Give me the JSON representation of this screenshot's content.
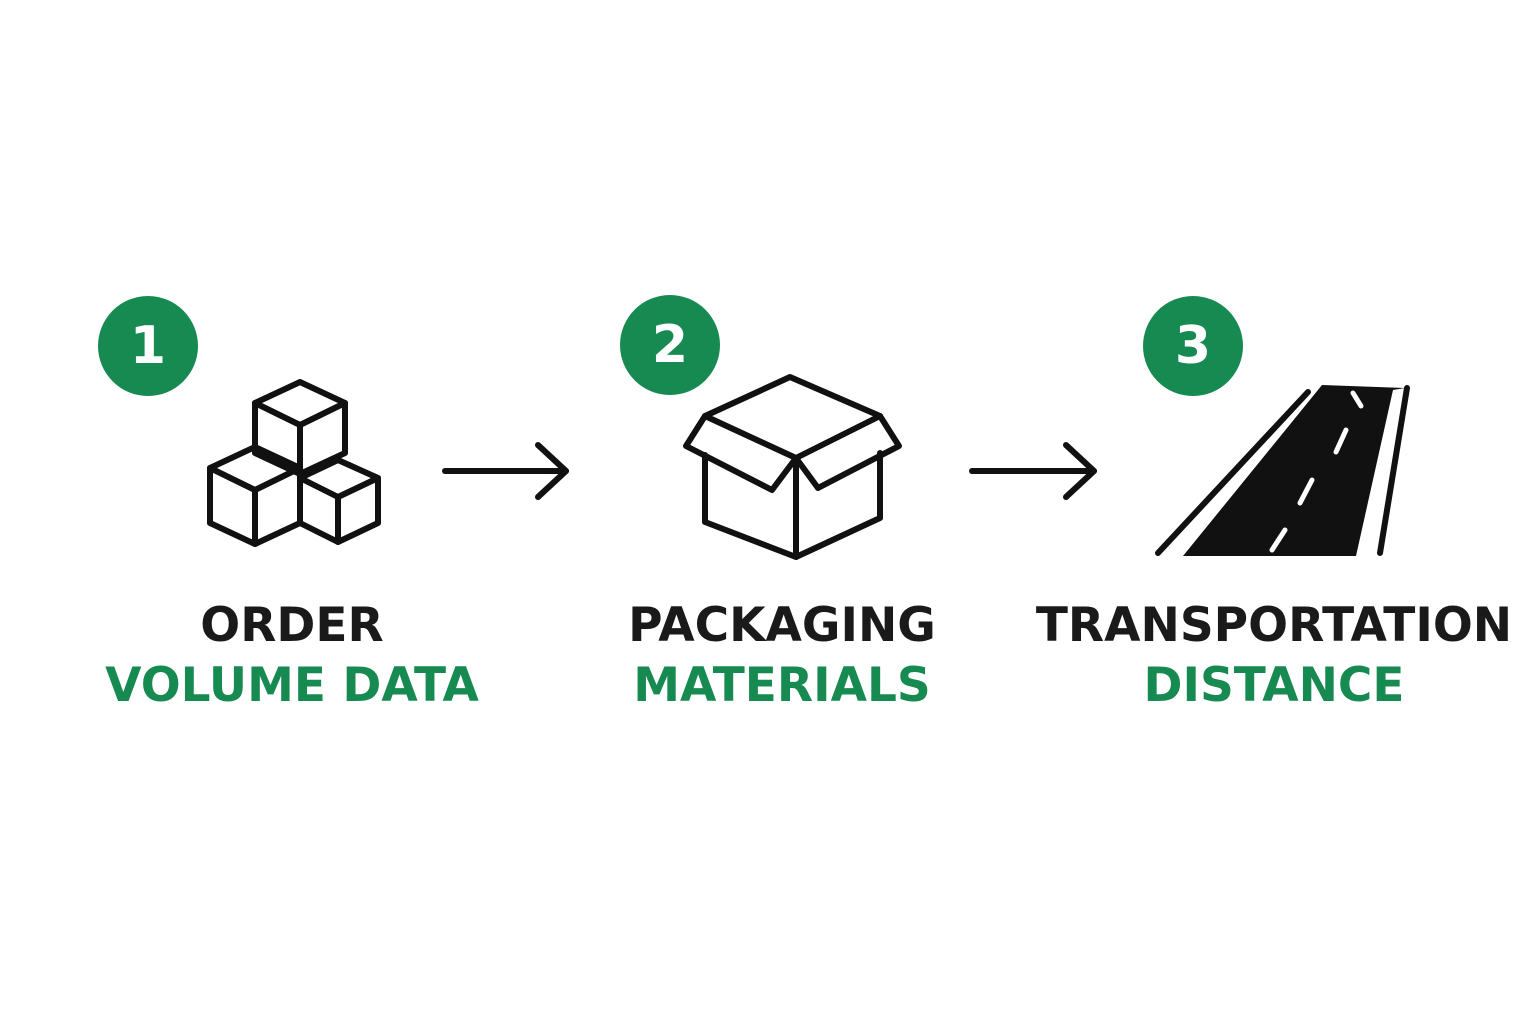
{
  "colors": {
    "accent": "#178a52",
    "text": "#1a1a1a",
    "icon": "#111111"
  },
  "steps": [
    {
      "number": "1",
      "icon": "stacked-cubes-icon",
      "title_line1": "ORDER",
      "title_line2": "VOLUME DATA"
    },
    {
      "number": "2",
      "icon": "open-box-icon",
      "title_line1": "PACKAGING",
      "title_line2": "MATERIALS"
    },
    {
      "number": "3",
      "icon": "road-icon",
      "title_line1": "TRANSPORTATION",
      "title_line2": "DISTANCE"
    }
  ],
  "connectors": [
    "arrow-right-icon",
    "arrow-right-icon"
  ]
}
